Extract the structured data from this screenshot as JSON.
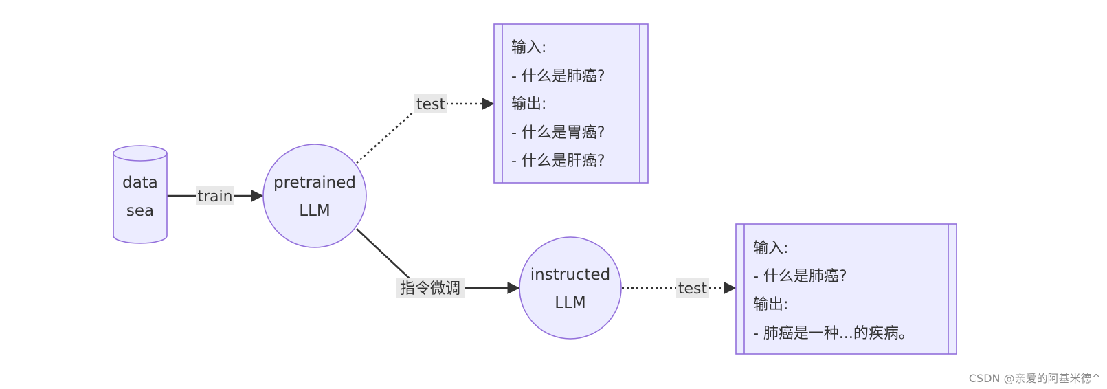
{
  "nodes": {
    "data_sea": {
      "lines": [
        "data",
        "sea"
      ]
    },
    "pretrained": {
      "lines": [
        "pretrained",
        "LLM"
      ]
    },
    "instructed": {
      "lines": [
        "instructed",
        "LLM"
      ]
    },
    "test_box_pretrained": {
      "lines": [
        "输入:",
        "- 什么是肺癌?",
        "输出:",
        "- 什么是胃癌?",
        "- 什么是肝癌?"
      ]
    },
    "test_box_instructed": {
      "lines": [
        "输入:",
        "- 什么是肺癌?",
        "输出:",
        "- 肺癌是一种...的疾病。"
      ]
    }
  },
  "edges": {
    "train": {
      "label": "train",
      "style": "solid"
    },
    "test_pretrained": {
      "label": "test",
      "style": "dotted"
    },
    "finetune": {
      "label": "指令微调",
      "style": "solid"
    },
    "test_instructed": {
      "label": "test",
      "style": "dotted"
    }
  },
  "watermark": "CSDN @亲爱的阿基米德^",
  "colors": {
    "node_fill": "#ECECFF",
    "node_stroke": "#9370DB",
    "edge": "#333333",
    "label_bg": "#E8E8E8"
  }
}
